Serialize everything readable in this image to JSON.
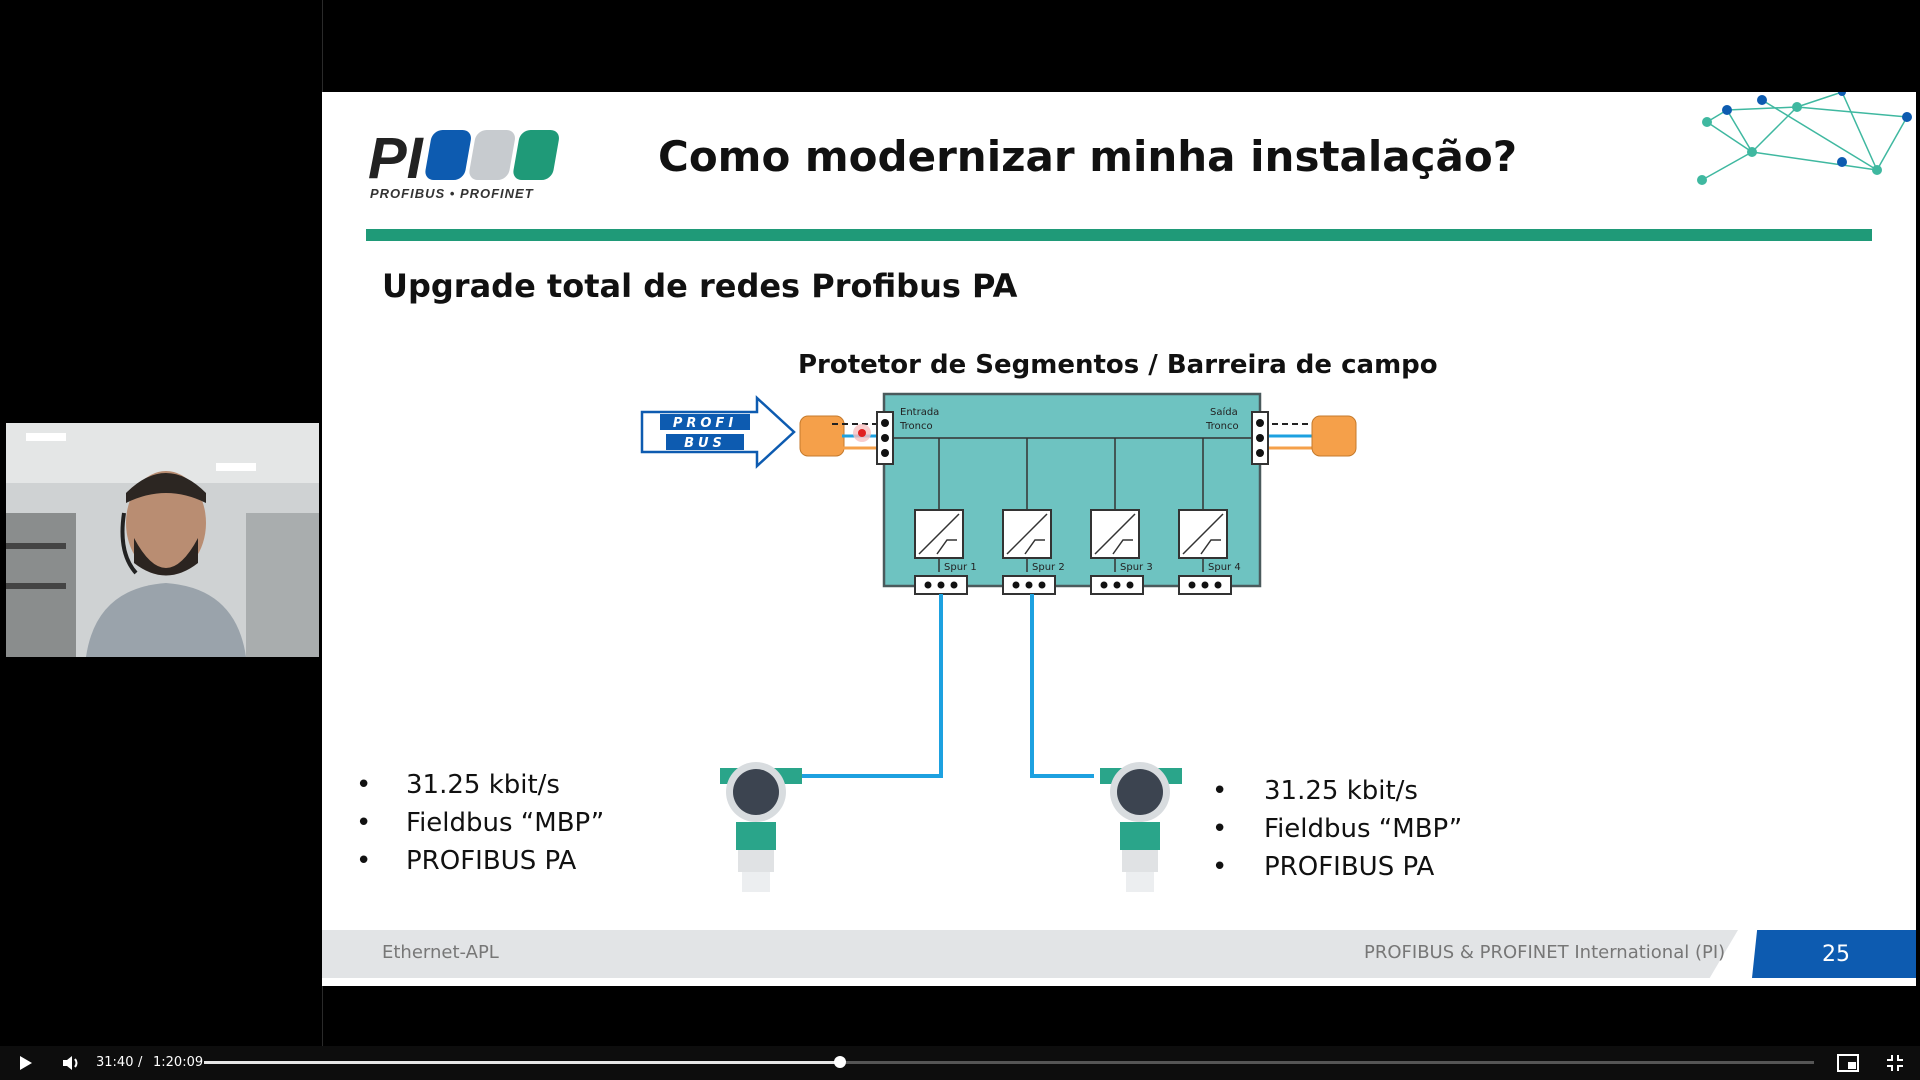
{
  "slide": {
    "title": "Como modernizar minha instalação?",
    "subtitle": "Upgrade total de redes Profibus PA",
    "diagram_title": "Protetor de Segmentos / Barreira de campo",
    "logo": {
      "mark": "PI",
      "caption": "PROFIBUS • PROFINET"
    },
    "profibus_badge": [
      "PROFI",
      "BUS"
    ],
    "box_labels": {
      "entrada": [
        "Entrada",
        "Tronco"
      ],
      "saida": [
        "Saída",
        "Tronco"
      ]
    },
    "spurs": [
      "Spur 1",
      "Spur 2",
      "Spur 3",
      "Spur 4"
    ],
    "bullets_left": [
      "31.25 kbit/s",
      "Fieldbus “MBP”",
      "PROFIBUS PA"
    ],
    "bullets_right": [
      "31.25 kbit/s",
      "Fieldbus “MBP”",
      "PROFIBUS PA"
    ],
    "footer_left": "Ethernet-APL",
    "footer_right": "PROFIBUS & PROFINET International (PI)",
    "page_number": "25"
  },
  "player": {
    "time_current": "31:40",
    "time_separator": "/",
    "time_total": "1:20:09",
    "progress": 0.395,
    "icons": [
      "play-icon",
      "volume-icon",
      "picture-in-picture-icon",
      "exit-fullscreen-icon"
    ]
  },
  "colors": {
    "accent_green": "#1f9a78",
    "pi_blue": "#0d5bb0",
    "box_teal": "#6ec3c1",
    "cable_blue": "#1da1e0",
    "connector_orange": "#f5a04a"
  }
}
